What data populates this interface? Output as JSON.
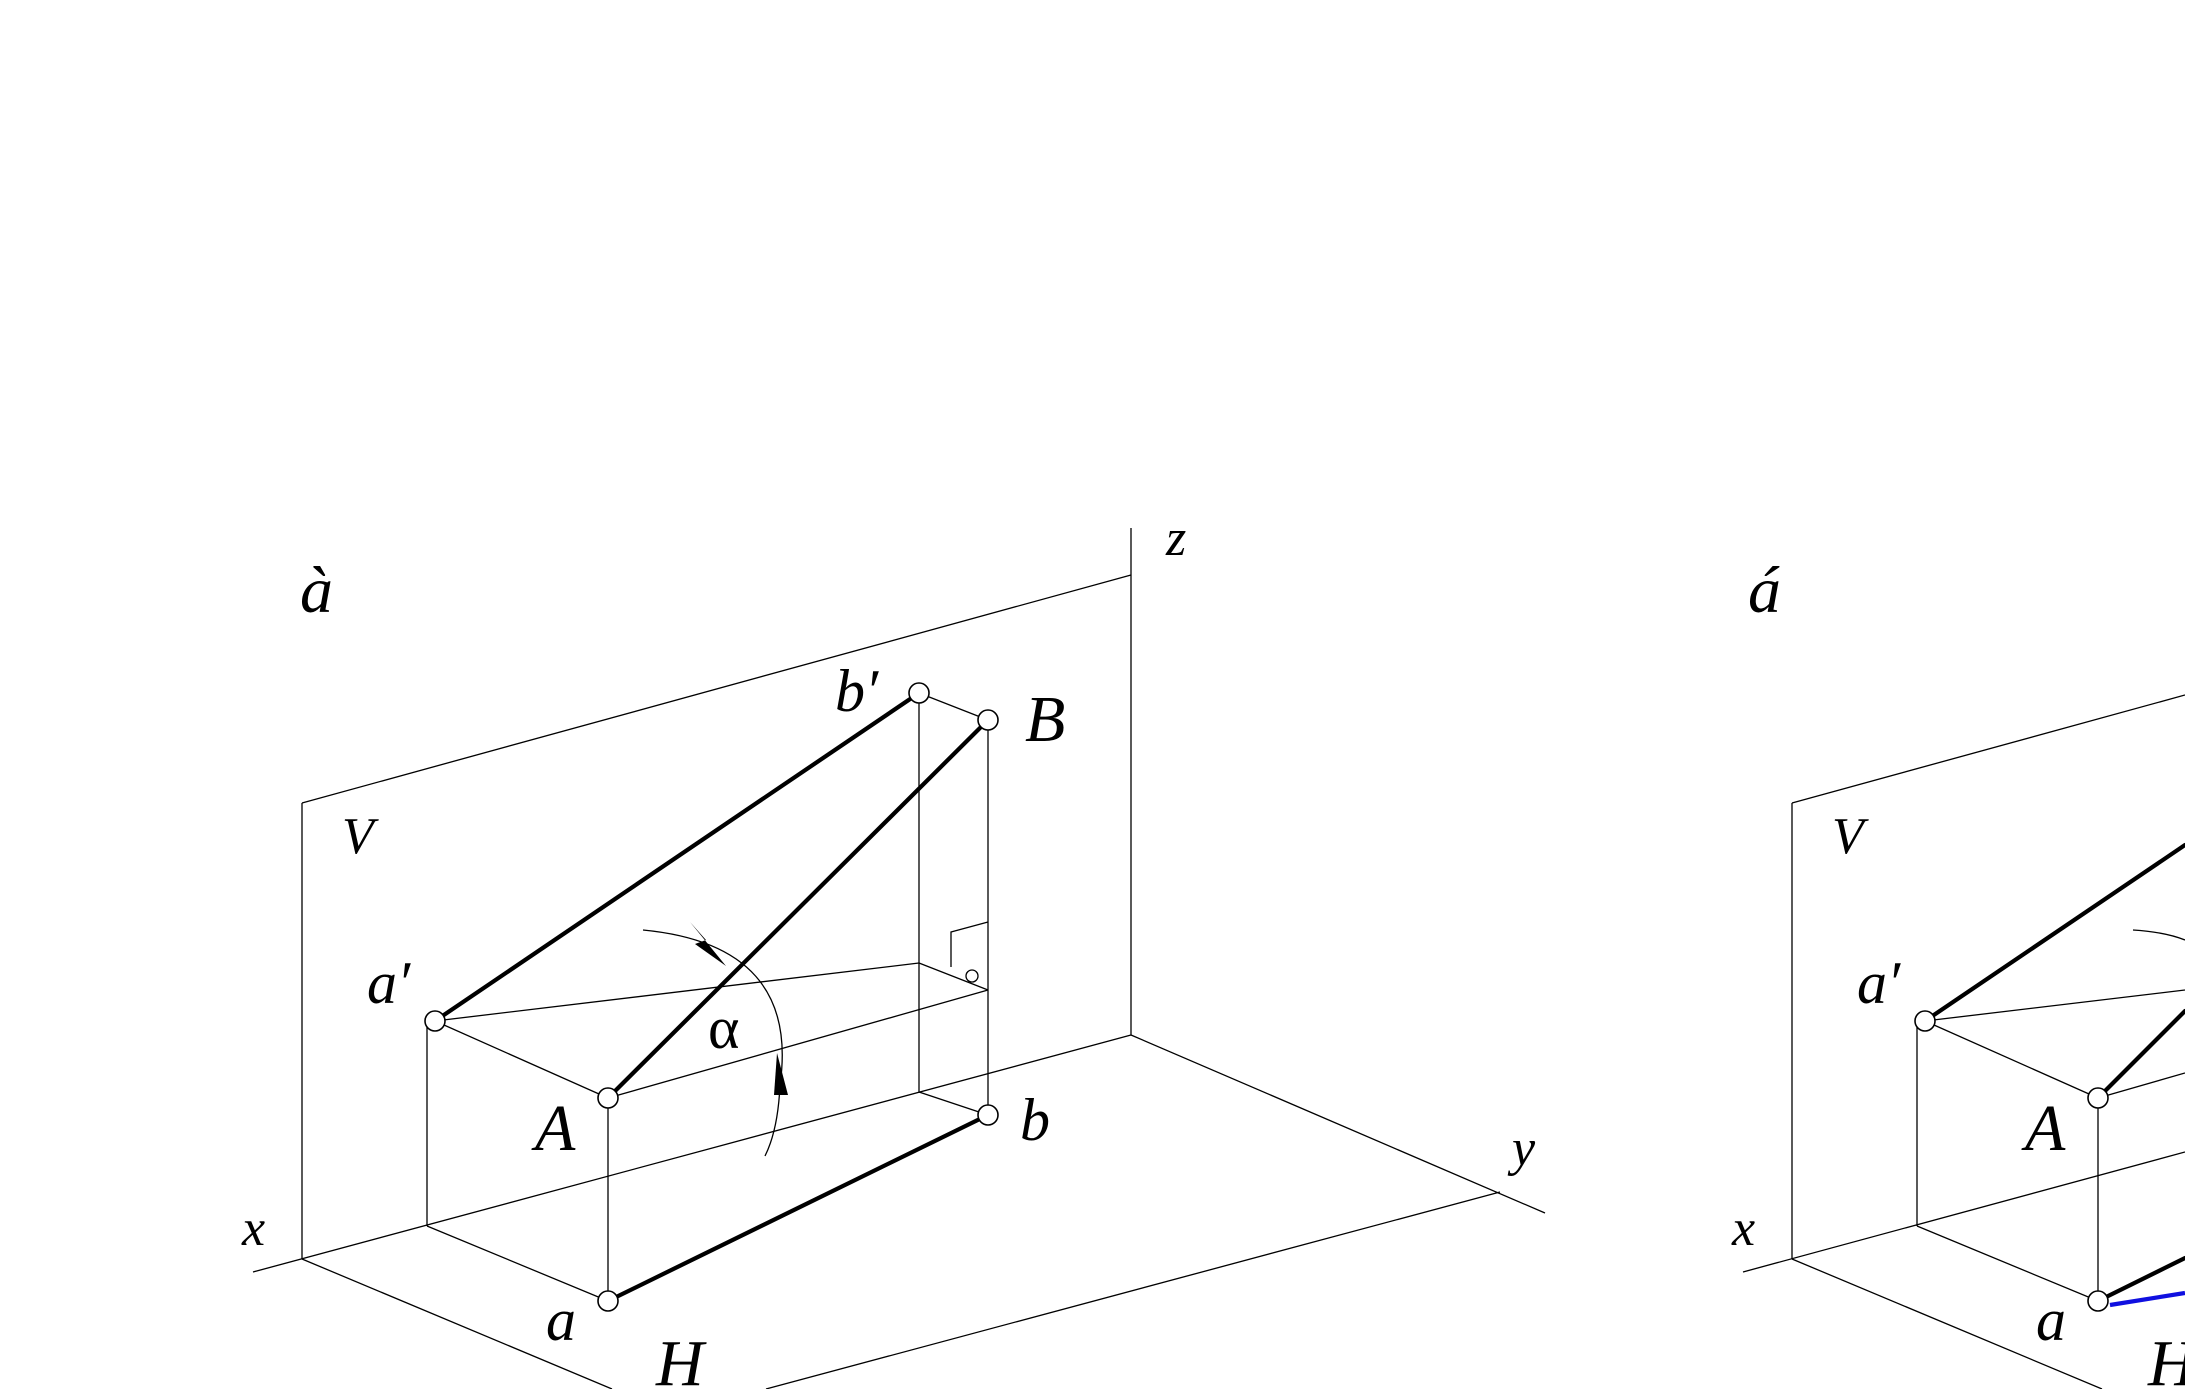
{
  "panels": [
    {
      "id": "left",
      "tag": "à",
      "plane_v": "V",
      "plane_h": "H",
      "axis_x": "x",
      "axis_y": "y",
      "axis_z": "z",
      "point_a_proj_v": "a′",
      "point_b_proj_v": "b′",
      "point_A": "A",
      "point_B": "B",
      "point_a_proj_h": "a",
      "point_b_proj_h": "b",
      "angle": "α"
    },
    {
      "id": "right",
      "tag": "á",
      "plane_v": "V",
      "plane_h": "H",
      "axis_x": "x",
      "point_a_proj_v": "a′",
      "point_A": "A",
      "point_a_proj_h": "a"
    }
  ],
  "colors": {
    "line": "#000000",
    "highlight": "#1010e0",
    "background": "#ffffff"
  }
}
